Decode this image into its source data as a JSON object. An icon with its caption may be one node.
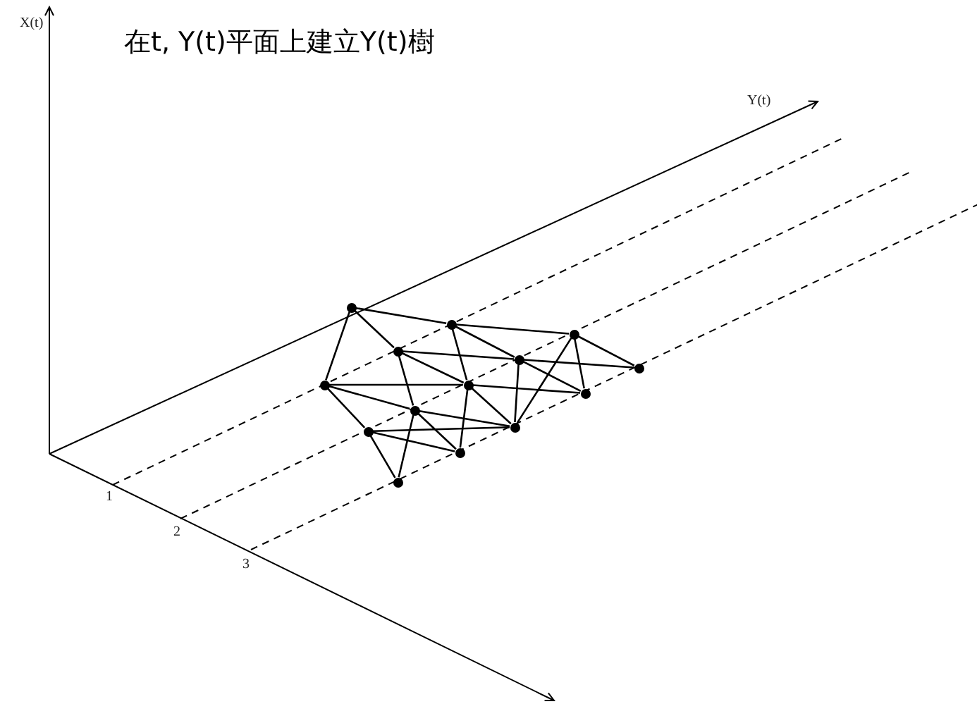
{
  "diagram": {
    "title": "在t, Y(t)平面上建立Y(t)樹",
    "nodes": [
      {
        "text": [],
        "shape": "circle"
      },
      {
        "text": [],
        "shape": "circle"
      },
      {
        "text": [],
        "shape": "circle"
      },
      {
        "text": [],
        "shape": "circle"
      },
      {
        "text": [],
        "shape": "circle"
      },
      {
        "text": [],
        "shape": "circle"
      },
      {
        "text": [],
        "shape": "circle"
      },
      {
        "text": [],
        "shape": "circle"
      },
      {
        "text": [],
        "shape": "circle"
      },
      {
        "text": [],
        "shape": "circle"
      },
      {
        "text": [],
        "shape": "circle"
      },
      {
        "text": [],
        "shape": "circle"
      },
      {
        "text": [],
        "shape": "circle"
      },
      {
        "text": [],
        "shape": "circle"
      }
    ],
    "edges": [
      {
        "from": 0,
        "to": 1,
        "arrow": "none"
      },
      {
        "from": 0,
        "to": 3,
        "arrow": "none"
      },
      {
        "from": 0,
        "to": 6,
        "arrow": "none"
      },
      {
        "from": 1,
        "to": 2,
        "arrow": "none"
      },
      {
        "from": 1,
        "to": 4,
        "arrow": "none"
      },
      {
        "from": 1,
        "to": 7,
        "arrow": "none"
      },
      {
        "from": 2,
        "to": 5,
        "arrow": "none"
      },
      {
        "from": 2,
        "to": 8,
        "arrow": "none"
      },
      {
        "from": 2,
        "to": 11,
        "arrow": "none"
      },
      {
        "from": 3,
        "to": 4,
        "arrow": "none"
      },
      {
        "from": 3,
        "to": 7,
        "arrow": "none"
      },
      {
        "from": 3,
        "to": 9,
        "arrow": "none"
      },
      {
        "from": 4,
        "to": 5,
        "arrow": "none"
      },
      {
        "from": 4,
        "to": 8,
        "arrow": "none"
      },
      {
        "from": 4,
        "to": 11,
        "arrow": "none"
      },
      {
        "from": 6,
        "to": 7,
        "arrow": "none"
      },
      {
        "from": 6,
        "to": 9,
        "arrow": "none"
      },
      {
        "from": 6,
        "to": 10,
        "arrow": "none"
      },
      {
        "from": 7,
        "to": 8,
        "arrow": "none"
      },
      {
        "from": 7,
        "to": 11,
        "arrow": "none"
      },
      {
        "from": 7,
        "to": 12,
        "arrow": "none"
      },
      {
        "from": 9,
        "to": 11,
        "arrow": "none"
      },
      {
        "from": 9,
        "to": 12,
        "arrow": "none"
      },
      {
        "from": 9,
        "to": 13,
        "arrow": "none"
      },
      {
        "from": 10,
        "to": 11,
        "arrow": "none"
      },
      {
        "from": 10,
        "to": 12,
        "arrow": "none"
      },
      {
        "from": 10,
        "to": 13,
        "arrow": "none"
      }
    ],
    "labels": [
      "X(t)",
      "Y(t)",
      "1",
      "2",
      "3"
    ]
  }
}
